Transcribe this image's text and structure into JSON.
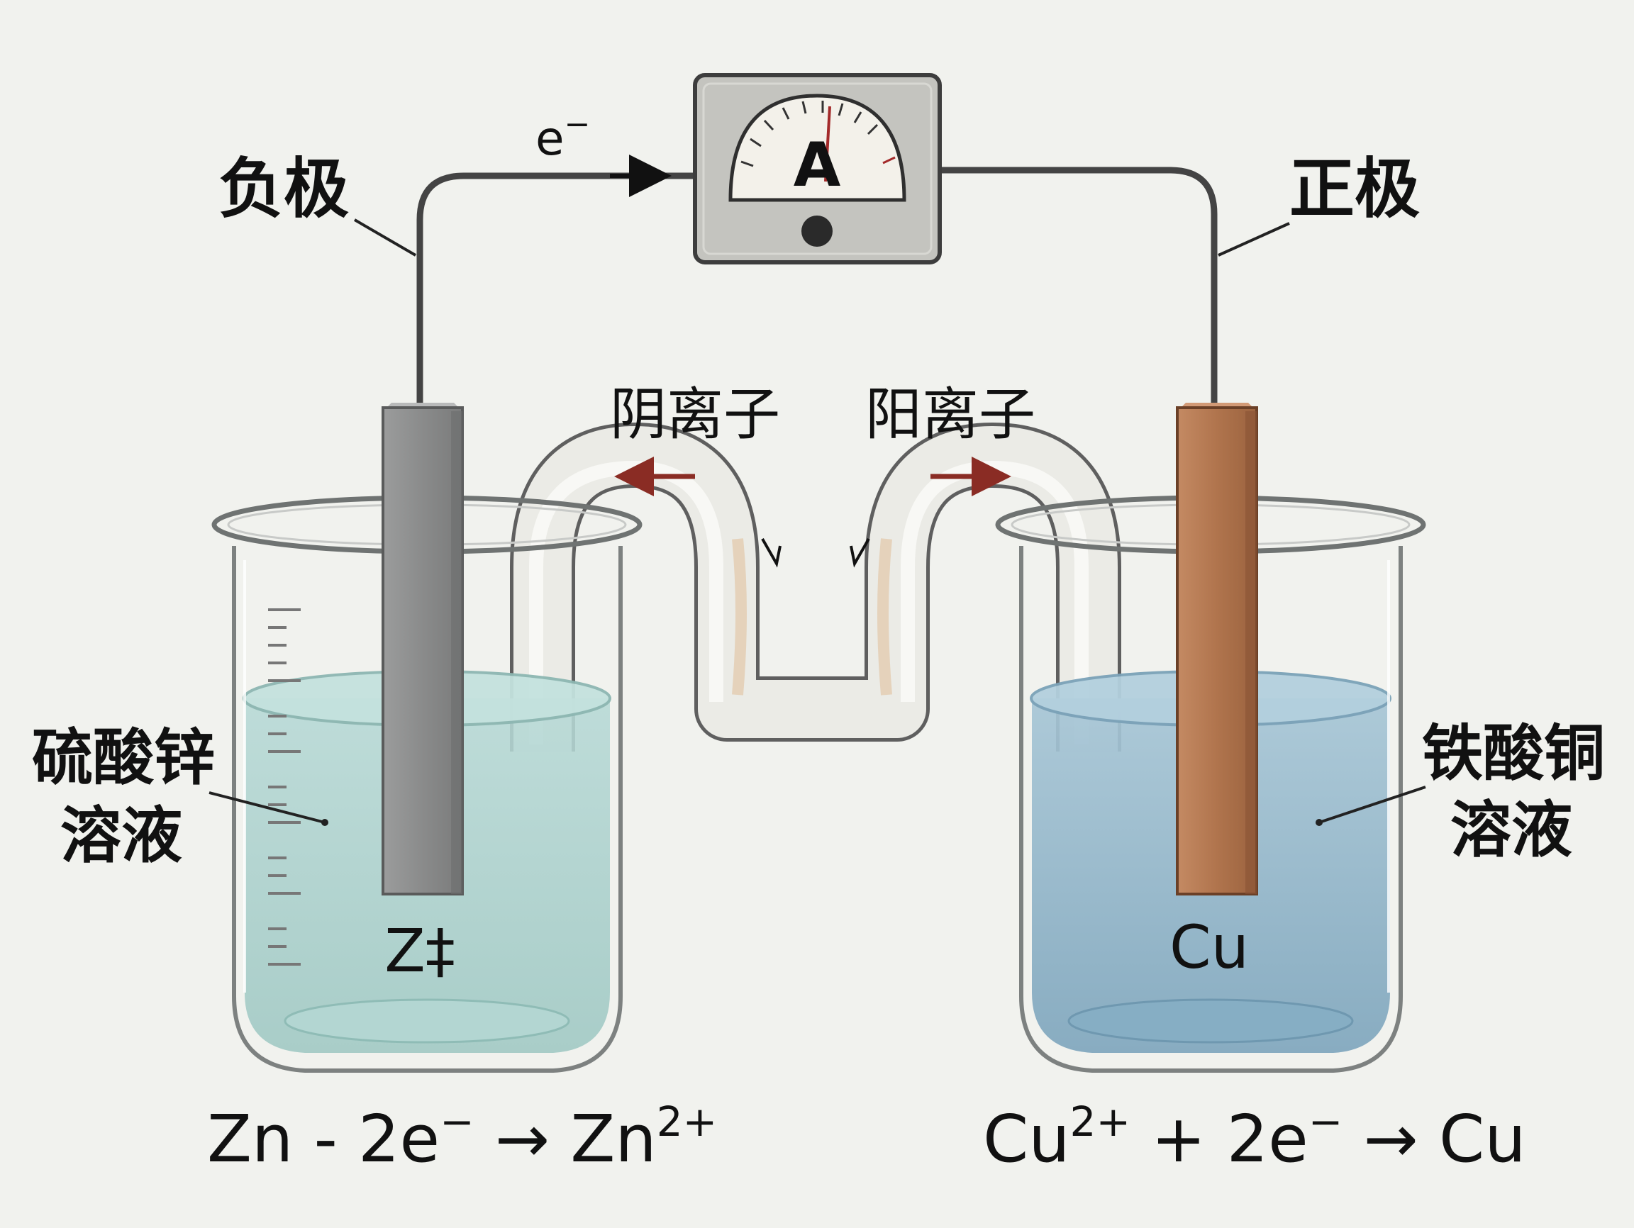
{
  "labels": {
    "negative_electrode": "负极",
    "positive_electrode": "正极",
    "electron": "e",
    "electron_charge": "−",
    "ammeter": "A",
    "anion": "阴离子",
    "cation": "阳离子",
    "left_solution_line1": "硫酸锌",
    "left_solution_line2": "溶液",
    "right_solution_line1": "铁酸铜",
    "right_solution_line2": "溶液",
    "zinc_electrode": "Z‡",
    "copper_electrode": "Cu"
  },
  "equations": {
    "left": {
      "a": "Zn - 2e",
      "a_sup": "−",
      "b": " → Zn",
      "b_sup": "2+"
    },
    "right": {
      "a": "Cu",
      "a_sup": "2+",
      "b": " + 2e",
      "b_sup": "−",
      "c": " → Cu"
    }
  },
  "colors": {
    "background": "#f1f2ee",
    "zinc": "#8e8f8f",
    "copper": "#b4764f",
    "zinc_solution": "#a9cfcd",
    "copper_solution": "#8fb4c9",
    "wire": "#444444",
    "ion_arrow": "#8a2c24"
  }
}
